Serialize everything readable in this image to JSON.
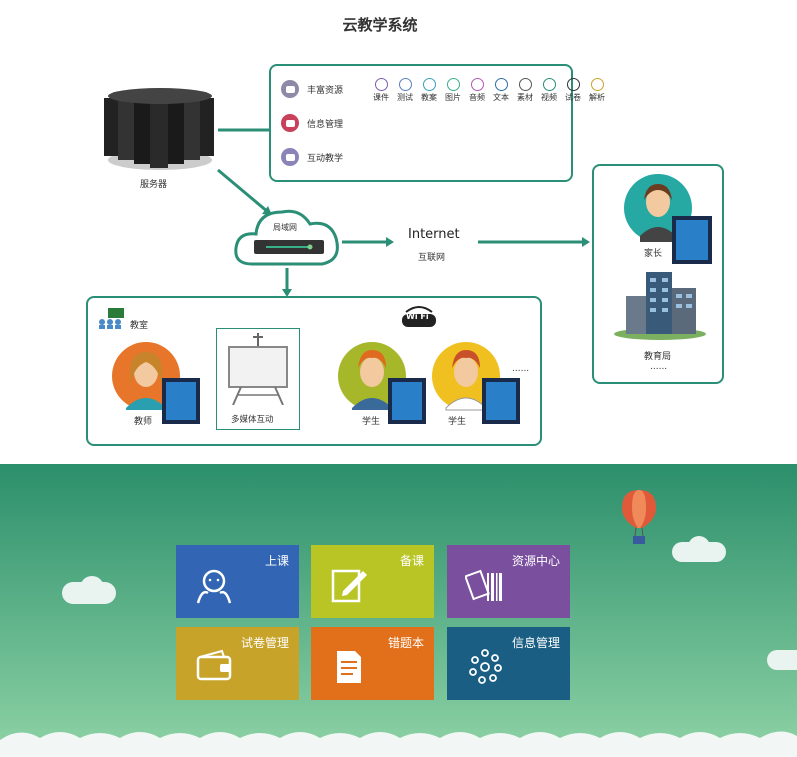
{
  "title": "云教学系统",
  "server_label": "服务器",
  "features": {
    "rich_resources": "丰富资源",
    "info_mgmt": "信息管理",
    "interactive": "互动教学"
  },
  "resource_types": [
    "课件",
    "测试",
    "教案",
    "图片",
    "音频",
    "文本",
    "素材",
    "视频",
    "试卷",
    "解析"
  ],
  "lan_label": "局域网",
  "internet_label": "Internet",
  "internet_cn": "互联网",
  "classroom_label": "教室",
  "wifi_label": "Wi Fi",
  "teacher_label": "教师",
  "multimedia_label": "多媒体互动",
  "student1_label": "学生",
  "student2_label": "学生",
  "dots": "......",
  "parent_label": "家长",
  "edu_bureau_label": "教育局",
  "tiles": {
    "t1": "上课",
    "t2": "备课",
    "t3": "资源中心",
    "t4": "试卷管理",
    "t5": "错题本",
    "t6": "信息管理"
  },
  "colors": {
    "teal": "#2a8f76",
    "tile_blue": "#3266b4",
    "tile_lime": "#b8c525",
    "tile_purple": "#7a4f9e",
    "tile_olive": "#c8a32a",
    "tile_orange": "#e2701b",
    "tile_navy": "#1a5f83"
  }
}
